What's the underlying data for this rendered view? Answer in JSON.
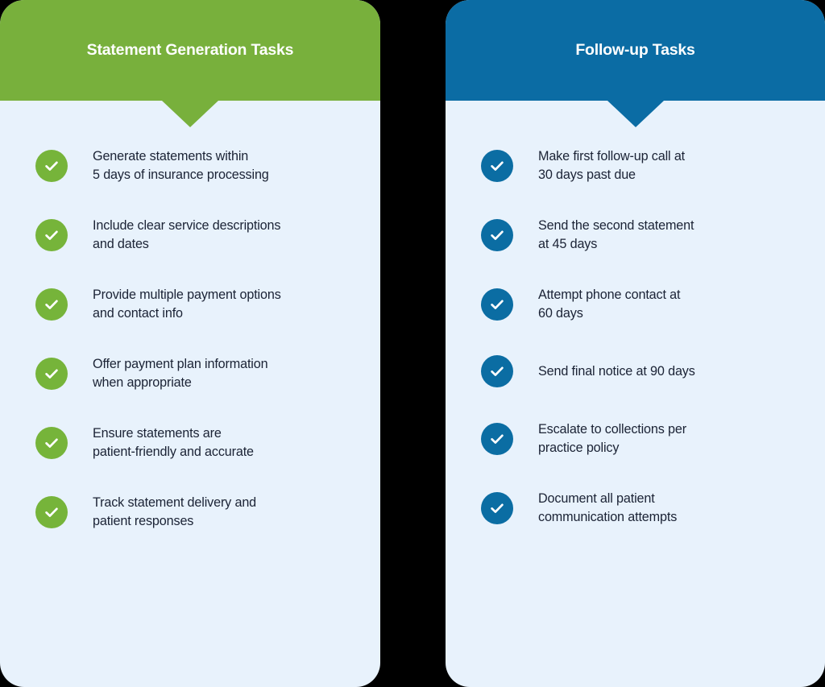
{
  "colors": {
    "left_accent": "#78b03c",
    "right_accent": "#0b6ca4",
    "left_check": "#76b43a",
    "right_check": "#0b6da3",
    "panel_background": "#e8f2fc",
    "text": "#1b2335",
    "page_background": "#000000"
  },
  "panels": [
    {
      "id": "statement-generation",
      "title": "Statement Generation Tasks",
      "accent": "#78b03c",
      "items": [
        {
          "icon": "check-circle-icon",
          "text": "Generate statements within\n5 days of insurance processing"
        },
        {
          "icon": "check-circle-icon",
          "text": "Include clear service descriptions\nand dates"
        },
        {
          "icon": "check-circle-icon",
          "text": "Provide multiple payment options\nand contact info"
        },
        {
          "icon": "check-circle-icon",
          "text": "Offer payment plan information\nwhen appropriate"
        },
        {
          "icon": "check-circle-icon",
          "text": "Ensure statements are\npatient-friendly and accurate"
        },
        {
          "icon": "check-circle-icon",
          "text": "Track statement delivery and\npatient responses"
        }
      ]
    },
    {
      "id": "follow-up",
      "title": "Follow-up Tasks",
      "accent": "#0b6ca4",
      "items": [
        {
          "icon": "check-circle-icon",
          "text": "Make first follow-up call at\n30 days past due"
        },
        {
          "icon": "check-circle-icon",
          "text": "Send the second statement\nat 45 days"
        },
        {
          "icon": "check-circle-icon",
          "text": "Attempt phone contact at\n60 days"
        },
        {
          "icon": "check-circle-icon",
          "text": "Send final notice at 90 days"
        },
        {
          "icon": "check-circle-icon",
          "text": "Escalate to collections per\npractice policy"
        },
        {
          "icon": "check-circle-icon",
          "text": "Document all patient\ncommunication attempts"
        }
      ]
    }
  ]
}
